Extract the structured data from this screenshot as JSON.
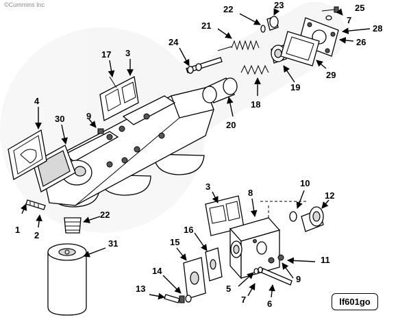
{
  "copyright": "©Cummins Inc",
  "drawing_code": "lf601go",
  "callouts": [
    {
      "id": "c1",
      "text": "1"
    },
    {
      "id": "c2",
      "text": "2"
    },
    {
      "id": "c3a",
      "text": "3"
    },
    {
      "id": "c3b",
      "text": "3"
    },
    {
      "id": "c4",
      "text": "4"
    },
    {
      "id": "c5",
      "text": "5"
    },
    {
      "id": "c6",
      "text": "6"
    },
    {
      "id": "c7a",
      "text": "7"
    },
    {
      "id": "c7b",
      "text": "7"
    },
    {
      "id": "c8",
      "text": "8"
    },
    {
      "id": "c9a",
      "text": "9"
    },
    {
      "id": "c9b",
      "text": "9"
    },
    {
      "id": "c10",
      "text": "10"
    },
    {
      "id": "c11",
      "text": "11"
    },
    {
      "id": "c12",
      "text": "12"
    },
    {
      "id": "c13",
      "text": "13"
    },
    {
      "id": "c14",
      "text": "14"
    },
    {
      "id": "c15",
      "text": "15"
    },
    {
      "id": "c16",
      "text": "16"
    },
    {
      "id": "c17",
      "text": "17"
    },
    {
      "id": "c18",
      "text": "18"
    },
    {
      "id": "c19",
      "text": "19"
    },
    {
      "id": "c20",
      "text": "20"
    },
    {
      "id": "c21",
      "text": "21"
    },
    {
      "id": "c22a",
      "text": "22"
    },
    {
      "id": "c22b",
      "text": "22"
    },
    {
      "id": "c23",
      "text": "23"
    },
    {
      "id": "c24",
      "text": "24"
    },
    {
      "id": "c25",
      "text": "25"
    },
    {
      "id": "c26",
      "text": "26"
    },
    {
      "id": "c28",
      "text": "28"
    },
    {
      "id": "c29",
      "text": "29"
    },
    {
      "id": "c30",
      "text": "30"
    },
    {
      "id": "c31",
      "text": "31"
    }
  ]
}
